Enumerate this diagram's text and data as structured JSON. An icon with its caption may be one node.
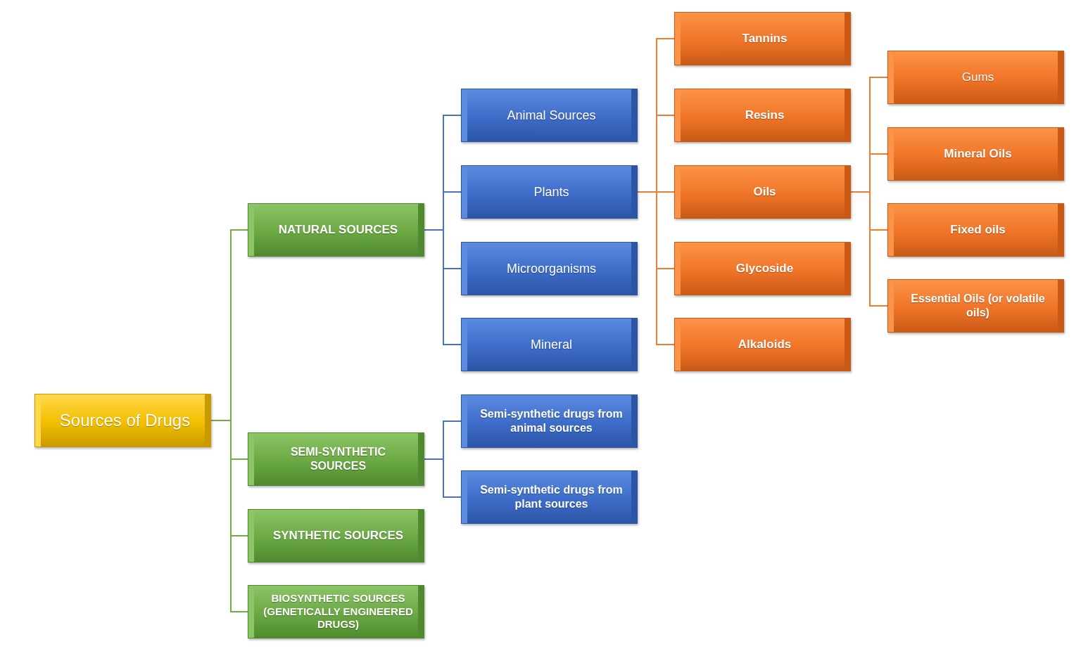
{
  "diagram": {
    "nodes": [
      {
        "text": [
          "Sources of Drugs"
        ]
      },
      {
        "text": [
          "NATURAL SOURCES"
        ]
      },
      {
        "text": [
          "SEMI-SYNTHETIC SOURCES"
        ]
      },
      {
        "text": [
          "SYNTHETIC SOURCES"
        ]
      },
      {
        "text": [
          "BIOSYNTHETIC SOURCES (GENETICALLY ENGINEERED DRUGS)"
        ]
      },
      {
        "text": [
          "Animal Sources"
        ]
      },
      {
        "text": [
          "Plants"
        ]
      },
      {
        "text": [
          "Microorganisms"
        ]
      },
      {
        "text": [
          "Mineral"
        ]
      },
      {
        "text": [
          "Semi-synthetic drugs from animal sources"
        ]
      },
      {
        "text": [
          "Semi-synthetic drugs from plant sources"
        ]
      },
      {
        "text": [
          "Tannins"
        ]
      },
      {
        "text": [
          "Resins"
        ]
      },
      {
        "text": [
          "Oils"
        ]
      },
      {
        "text": [
          "Glycoside"
        ]
      },
      {
        "text": [
          "Alkaloids"
        ]
      },
      {
        "text": [
          "Gums"
        ]
      },
      {
        "text": [
          "Mineral Oils"
        ]
      },
      {
        "text": [
          "Fixed oils"
        ]
      },
      {
        "text": [
          "Essential Oils (or volatile oils)"
        ]
      }
    ],
    "edges": [
      {
        "from": 0,
        "to": 1,
        "arrow": "none",
        "color": "#70ad47"
      },
      {
        "from": 0,
        "to": 2,
        "arrow": "none",
        "color": "#70ad47"
      },
      {
        "from": 0,
        "to": 3,
        "arrow": "none",
        "color": "#70ad47"
      },
      {
        "from": 0,
        "to": 4,
        "arrow": "none",
        "color": "#70ad47"
      },
      {
        "from": 1,
        "to": 5,
        "arrow": "none",
        "color": "#4a72c4"
      },
      {
        "from": 1,
        "to": 6,
        "arrow": "none",
        "color": "#4a72c4"
      },
      {
        "from": 1,
        "to": 7,
        "arrow": "none",
        "color": "#4a72c4"
      },
      {
        "from": 1,
        "to": 8,
        "arrow": "none",
        "color": "#4a72c4"
      },
      {
        "from": 2,
        "to": 9,
        "arrow": "none",
        "color": "#4a72c4"
      },
      {
        "from": 2,
        "to": 10,
        "arrow": "none",
        "color": "#4a72c4"
      },
      {
        "from": 6,
        "to": 11,
        "arrow": "none"
      },
      {
        "from": 6,
        "to": 12,
        "arrow": "none"
      },
      {
        "from": 6,
        "to": 13,
        "arrow": "none"
      },
      {
        "from": 6,
        "to": 14,
        "arrow": "none"
      },
      {
        "from": 6,
        "to": 15,
        "arrow": "none"
      },
      {
        "from": 13,
        "to": 16,
        "arrow": "none"
      },
      {
        "from": 13,
        "to": 17,
        "arrow": "none"
      },
      {
        "from": 13,
        "to": 18,
        "arrow": "none"
      },
      {
        "from": 13,
        "to": 19,
        "arrow": "none"
      }
    ]
  }
}
